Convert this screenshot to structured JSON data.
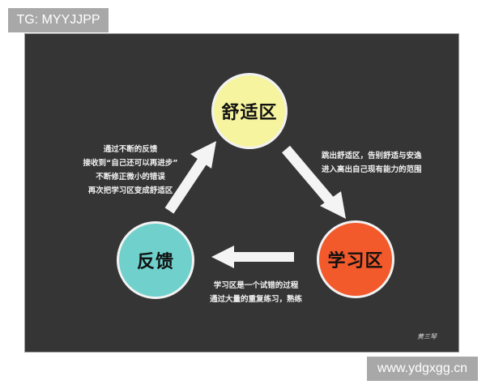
{
  "watermarks": {
    "top_left": "TG: MYYJJPP",
    "bottom_right": "www.ydgxgg.cn"
  },
  "diagram": {
    "nodes": [
      {
        "id": "comfort",
        "label": "舒适区",
        "color": "#f6f49e"
      },
      {
        "id": "feedback",
        "label": "反馈",
        "color": "#6fd0cc"
      },
      {
        "id": "learning",
        "label": "学习区",
        "color": "#f2592b"
      }
    ],
    "edges": [
      {
        "from": "comfort",
        "to": "learning"
      },
      {
        "from": "learning",
        "to": "feedback"
      },
      {
        "from": "feedback",
        "to": "comfort"
      }
    ],
    "notes": {
      "feedback_to_comfort": [
        "通过不断的反馈",
        "接收到“自己还可以再进步”",
        "不断修正微小的错误",
        "再次把学习区变成舒适区"
      ],
      "comfort_to_learning": [
        "跳出舒适区，告别舒适与安逸",
        "进入高出自己现有能力的范围"
      ],
      "learning_to_feedback": [
        "学习区是一个试错的过程",
        "通过大量的重复练习，熟练"
      ]
    },
    "signature": "黄三琴",
    "background_color": "#353535"
  }
}
